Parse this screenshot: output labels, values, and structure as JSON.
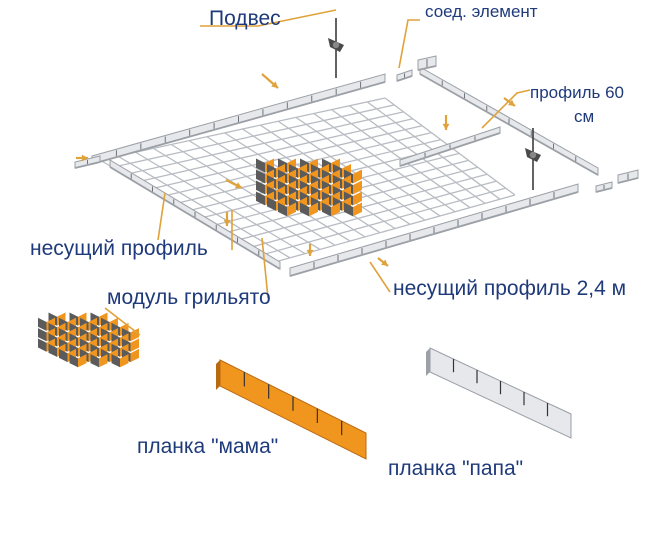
{
  "labels": {
    "podves": "Подвес",
    "soed_element": "соед. элемент",
    "profil_60_line1": "профиль 60",
    "profil_60_line2": "см",
    "nesushchiy_profil": "несущий профиль",
    "modul_grilyato": "модуль грильято",
    "nesushchiy_profil_24": "несущий профиль 2,4 м",
    "planka_mama": "планка \"мама\"",
    "planka_papa": "планка \"папа\""
  },
  "colors": {
    "label_text": "#1f3a7a",
    "leader_line": "#e0a23a",
    "arrow": "#e0a23a",
    "grid_line": "#b8bcc2",
    "profile_light": "#e6e8eb",
    "profile_dark": "#9aa0a6",
    "module_orange": "#f0951e",
    "module_dark": "#5b5b5b",
    "hanger": "#3c3c3c"
  }
}
